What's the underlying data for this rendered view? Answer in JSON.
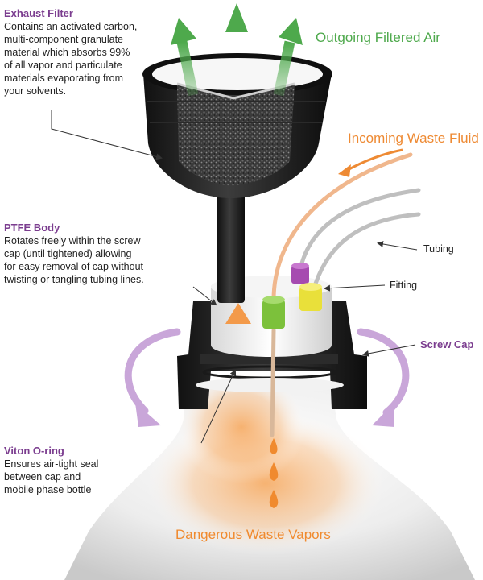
{
  "callouts": {
    "exhaust_filter": {
      "title": "Exhaust Filter",
      "lines": [
        "Contains an activated carbon,",
        "multi-component granulate",
        "material which absorbs 99%",
        "of all vapor and particulate",
        "materials evaporating from",
        "your solvents."
      ]
    },
    "ptfe_body": {
      "title": "PTFE Body",
      "lines": [
        "Rotates freely within the screw",
        "cap (until tightened) allowing",
        "for easy removal of cap without",
        "twisting or tangling tubing lines."
      ]
    },
    "viton_oring": {
      "title": "Viton O-ring",
      "lines": [
        "Ensures air-tight seal",
        "between cap and",
        "mobile phase bottle"
      ]
    }
  },
  "labels": {
    "outgoing_air": "Outgoing Filtered Air",
    "incoming_fluid": "Incoming Waste Fluid",
    "tubing": "Tubing",
    "fitting": "Fitting",
    "screw_cap": "Screw Cap",
    "waste_vapors": "Dangerous Waste Vapors"
  },
  "colors": {
    "title_purple": "#7b3d8f",
    "air_green": "#4ea94c",
    "fluid_orange": "#ee8a33",
    "filter_black": "#1e1e1e",
    "rotate_lavender": "#c9a6d9",
    "fitting_green": "#7cc13b",
    "fitting_purple": "#a64bb0",
    "fitting_yellow": "#e9e03a"
  }
}
